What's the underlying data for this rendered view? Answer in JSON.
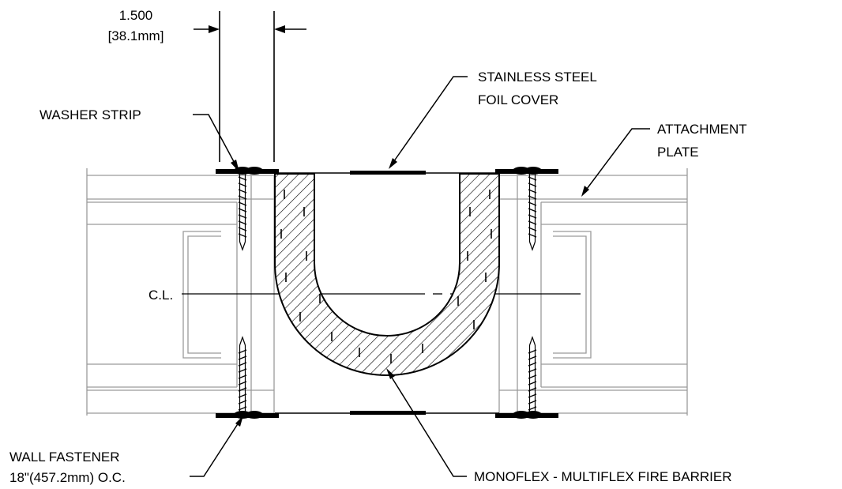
{
  "dimension": {
    "imperial": "1.500",
    "metric": "[38.1mm]"
  },
  "labels": {
    "washer_strip": "WASHER STRIP",
    "foil_cover_line1": "STAINLESS STEEL",
    "foil_cover_line2": "FOIL COVER",
    "attachment_plate_line1": "ATTACHMENT",
    "attachment_plate_line2": "PLATE",
    "centerline": "C.L.",
    "wall_fastener_line1": "WALL FASTENER",
    "wall_fastener_line2": "18\"(457.2mm) O.C.",
    "fire_barrier": "MONOFLEX - MULTIFLEX FIRE BARRIER"
  },
  "colors": {
    "line": "#000000",
    "wall": "#9a9a9a",
    "background": "#ffffff"
  }
}
